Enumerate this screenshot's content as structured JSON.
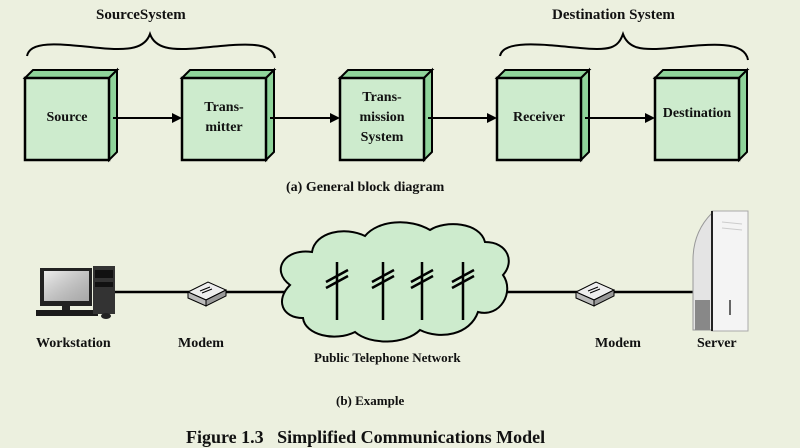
{
  "groups": {
    "source_system": "SourceSystem",
    "destination_system": "Destination System"
  },
  "blocks": [
    {
      "label": "Source"
    },
    {
      "label": "Trans-\nmitter"
    },
    {
      "label": "Trans-\nmission\nSystem"
    },
    {
      "label": "Receiver"
    },
    {
      "label": "Destination"
    }
  ],
  "captions": {
    "a": "(a) General block diagram",
    "b": "(b) Example"
  },
  "example": {
    "workstation": "Workstation",
    "modem_left": "Modem",
    "network": "Public Telephone Network",
    "modem_right": "Modem",
    "server": "Server"
  },
  "figure_title": "Figure 1.3   Simplified Communications Model",
  "colors": {
    "background": "#ecf0df",
    "box_face": "#cdebcd",
    "box_side": "#8fd49a",
    "cloud": "#cdebcd",
    "stroke": "#000000"
  }
}
